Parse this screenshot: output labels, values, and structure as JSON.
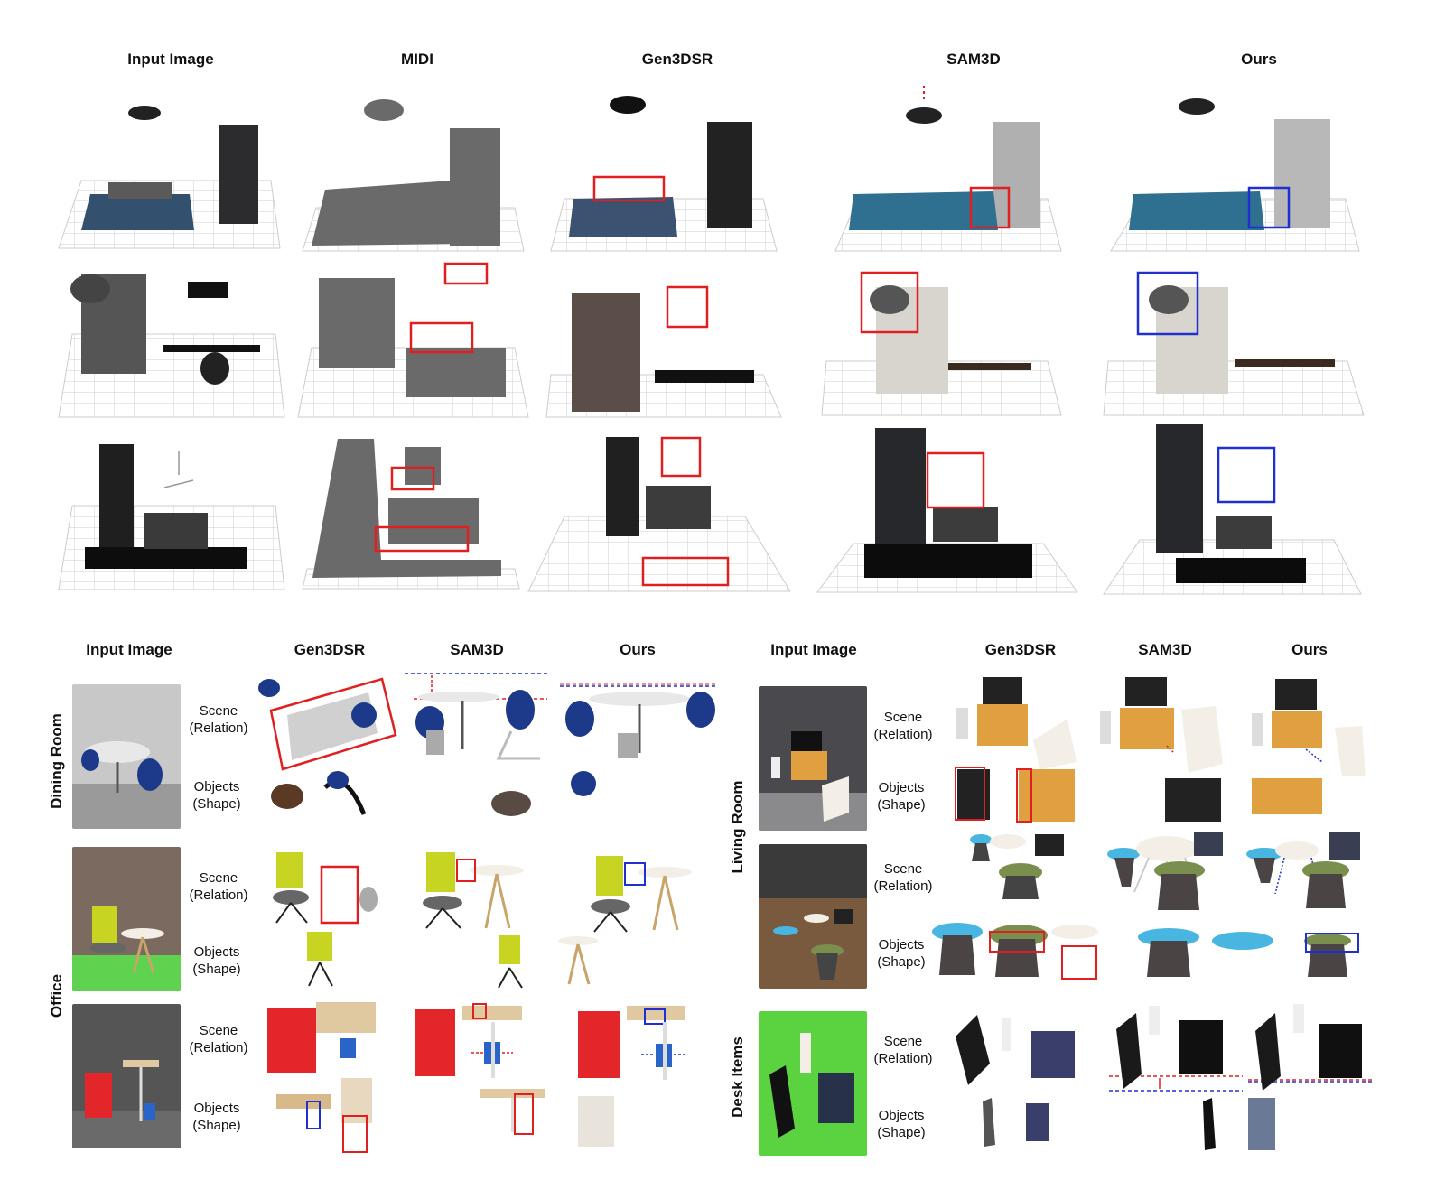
{
  "top": {
    "headers": [
      "Input Image",
      "MIDI",
      "Gen3DSR",
      "SAM3D",
      "Ours"
    ]
  },
  "bottom_left": {
    "headers": [
      "Input Image",
      "Gen3DSR",
      "SAM3D",
      "Ours"
    ],
    "rows": [
      "Dining Room",
      "Office"
    ]
  },
  "bottom_right": {
    "headers": [
      "Input Image",
      "Gen3DSR",
      "SAM3D",
      "Ours"
    ],
    "rows": [
      "Living Room",
      "Desk Items"
    ]
  },
  "labels": {
    "scene_line1": "Scene",
    "scene_line2": "(Relation)",
    "objects_line1": "Objects",
    "objects_line2": "(Shape)"
  },
  "colors": {
    "highlight_bad": "#e02020",
    "highlight_good": "#2030d0"
  }
}
